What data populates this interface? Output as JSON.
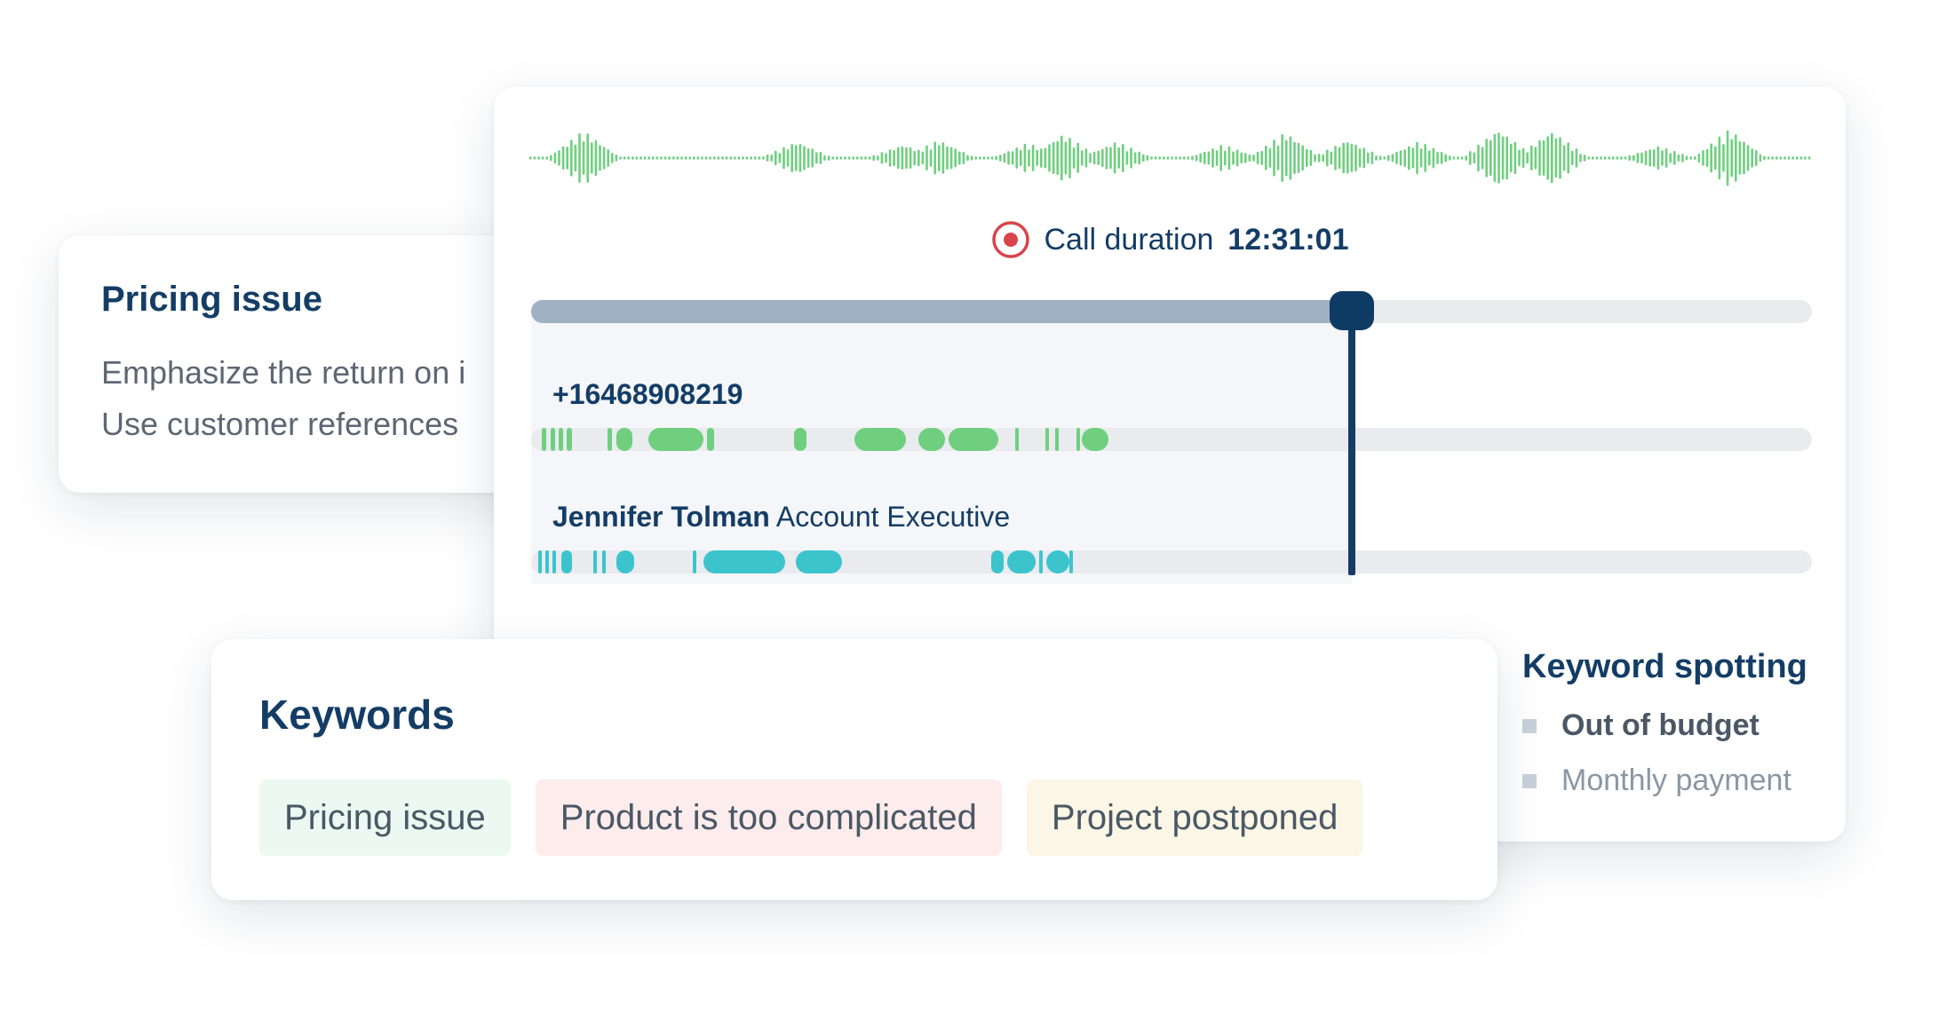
{
  "tip_card": {
    "title": "Pricing issue",
    "lines": [
      "Emphasize the return on i",
      "Use customer references"
    ]
  },
  "call": {
    "duration_label": "Call duration",
    "duration_value": "12:31:01",
    "progress_fraction": 0.64,
    "icons": {
      "record": "record-icon",
      "waveform": "audio-waveform"
    },
    "colors": {
      "waveform": "#6fcf7f",
      "record": "#d9434a",
      "playhead": "#143d66",
      "speaker_1": "#6fcf7f",
      "speaker_2": "#3cc4cd"
    }
  },
  "speakers": [
    {
      "name": "+16468908219",
      "role": ""
    },
    {
      "name": "Jennifer Tolman",
      "role": "Account Executive"
    }
  ],
  "keyword_spotting": {
    "title": "Keyword spotting",
    "items": [
      "Out of budget",
      "Monthly payment"
    ]
  },
  "keywords": {
    "title": "Keywords",
    "chips": [
      "Pricing issue",
      "Product is too complicated",
      "Project postponed"
    ]
  }
}
